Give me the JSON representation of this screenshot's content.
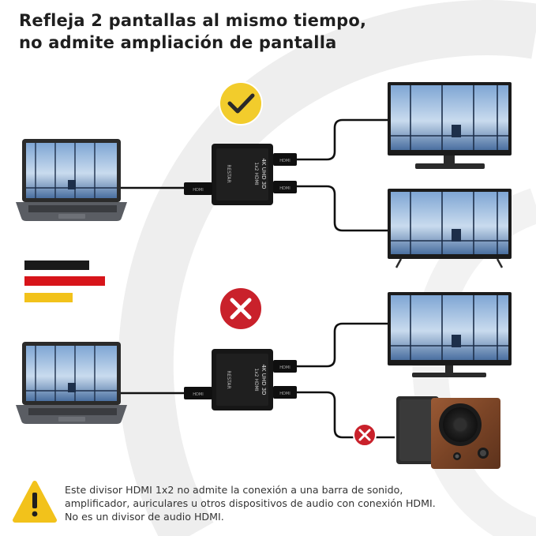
{
  "headline": {
    "line1": "Refleja 2 pantallas al mismo tiempo,",
    "line2": "no admite ampliación de pantalla"
  },
  "splitter": {
    "model_text": "1x2 HDMI",
    "resolution_text": "4K UHD 3D",
    "port_label": "HDMI",
    "brand": "RESTAR"
  },
  "note": {
    "line1": "Este divisor HDMI 1x2 no admite la conexión a una barra de sonido,",
    "line2": "amplificador, auriculares u otros dispositivos de audio con conexión HDMI.",
    "line3": "No es un divisor de audio HDMI."
  },
  "icons": {
    "ok": "check-circle-icon",
    "forbidden": "x-circle-icon",
    "forbidden_small": "x-circle-small-icon",
    "warning": "warning-triangle-icon",
    "flag": "german-flag-icon"
  },
  "colors": {
    "ok_badge": "#f2cc2c",
    "forbidden_badge": "#c9212b",
    "warning": "#f2c21b",
    "flag_black": "#1a1a1a",
    "flag_red": "#d7141a",
    "flag_gold": "#f2c21b"
  }
}
